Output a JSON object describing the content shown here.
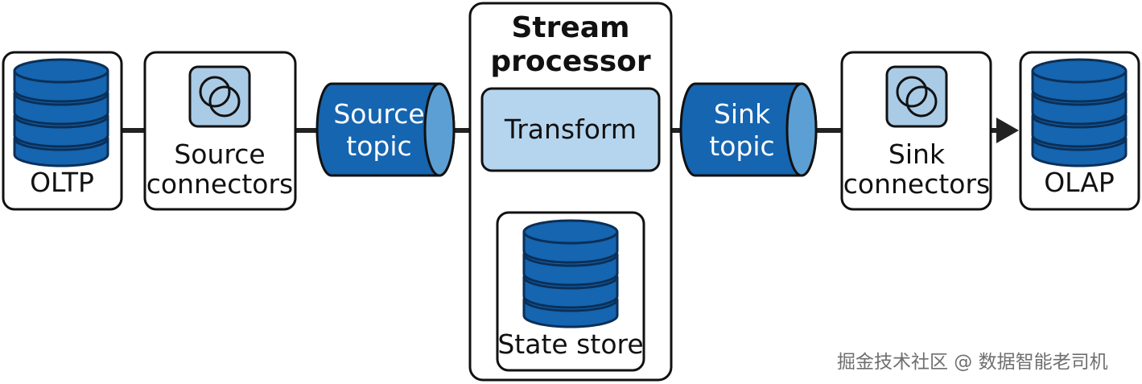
{
  "colors": {
    "db_blue": "#1565b0",
    "db_stripe": "#0b2f57",
    "light_blue": "#b5d5ee",
    "cyl_end": "#5b9fd4",
    "outline": "#111111",
    "connector_bg": "#a9cbe6"
  },
  "nodes": {
    "oltp": {
      "label": "OLTP",
      "icon": "database-icon"
    },
    "source_connectors": {
      "line1": "Source",
      "line2": "connectors",
      "icon": "connector-rings-icon"
    },
    "source_topic": {
      "line1": "Source",
      "line2": "topic"
    },
    "stream_processor": {
      "title1": "Stream",
      "title2": "processor"
    },
    "transform": {
      "label": "Transform"
    },
    "state_store": {
      "label": "State store",
      "icon": "database-icon"
    },
    "sink_topic": {
      "line1": "Sink",
      "line2": "topic"
    },
    "sink_connectors": {
      "line1": "Sink",
      "line2": "connectors",
      "icon": "connector-rings-icon"
    },
    "olap": {
      "label": "OLAP",
      "icon": "database-icon"
    }
  },
  "watermark": "掘金技术社区 @ 数据智能老司机"
}
